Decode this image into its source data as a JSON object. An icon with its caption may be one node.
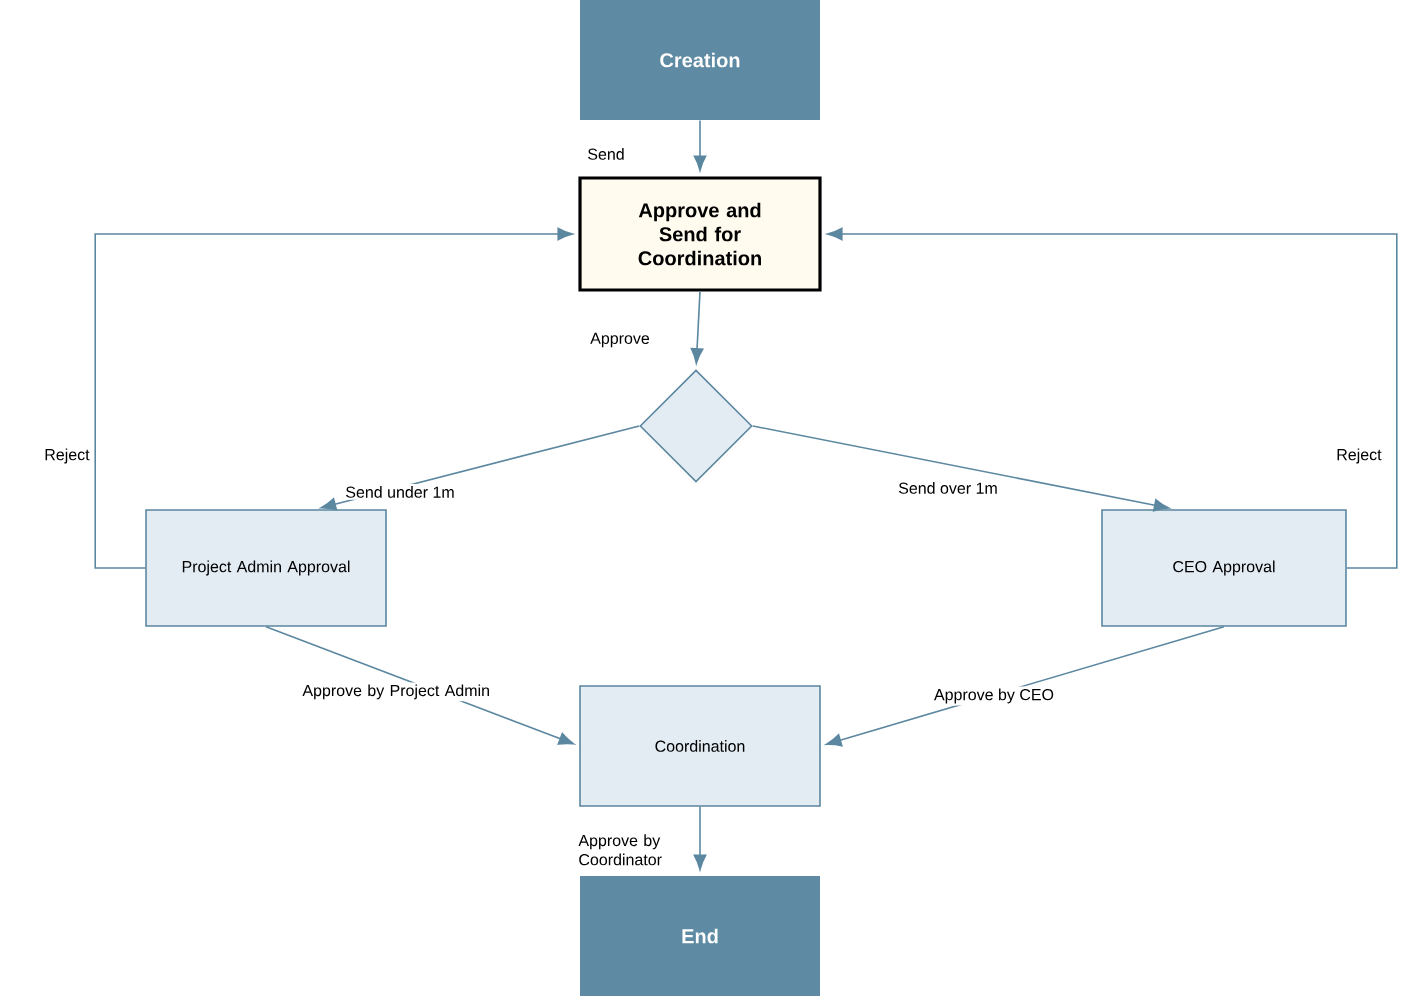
{
  "diagram": {
    "nodes": [
      {
        "text": [
          "Creation"
        ]
      },
      {
        "text": [
          "Approve and Send for Coordination"
        ]
      },
      {
        "text": [],
        "shape": "diamond"
      },
      {
        "text": [
          "Project Admin Approval"
        ]
      },
      {
        "text": [
          "CEO Approval"
        ]
      },
      {
        "text": [
          "Coordination"
        ]
      },
      {
        "text": [
          "End"
        ]
      }
    ],
    "edges": [
      {
        "from": 0,
        "to": 1,
        "arrow": "to",
        "label": "Send"
      },
      {
        "from": 1,
        "to": 2,
        "arrow": "to",
        "label": "Approve"
      },
      {
        "from": 2,
        "to": 3,
        "arrow": "to",
        "label": "Send under 1m"
      },
      {
        "from": 2,
        "to": 4,
        "arrow": "to",
        "label": "Send over 1m"
      },
      {
        "from": 3,
        "to": 1,
        "arrow": "to",
        "label": "Reject"
      },
      {
        "from": 4,
        "to": 1,
        "arrow": "to",
        "label": "Reject"
      },
      {
        "from": 3,
        "to": 5,
        "arrow": "to",
        "label": "Approve by Project Admin"
      },
      {
        "from": 4,
        "to": 5,
        "arrow": "to",
        "label": "Approve by CEO"
      },
      {
        "from": 5,
        "to": 6,
        "arrow": "to",
        "label": "Approve by Coordinator"
      }
    ]
  }
}
